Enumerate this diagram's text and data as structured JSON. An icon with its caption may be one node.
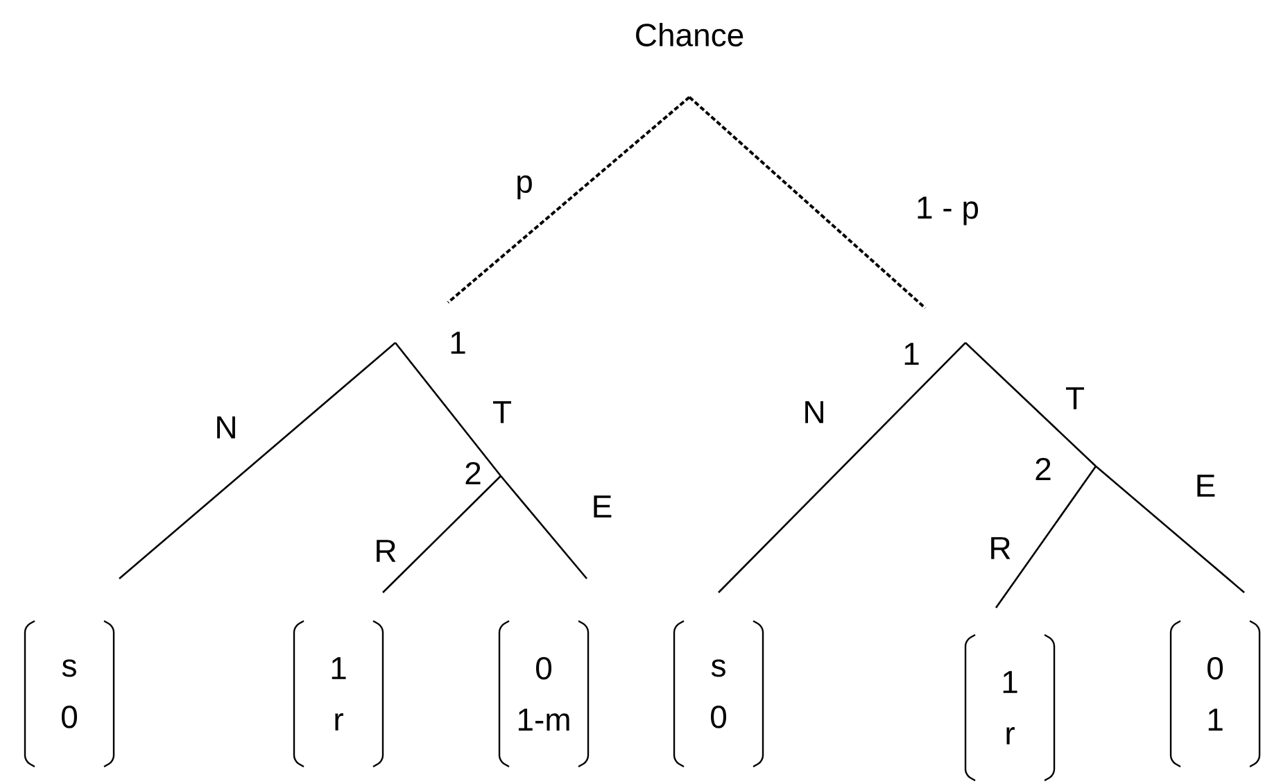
{
  "diagram": {
    "nodes": [
      {
        "text": [
          "Chance"
        ]
      },
      {
        "text": [
          "1"
        ]
      },
      {
        "text": [
          "2"
        ]
      },
      {
        "text": [
          "s",
          "0"
        ]
      },
      {
        "text": [
          "1",
          "r"
        ]
      },
      {
        "text": [
          "0",
          "1-m"
        ]
      },
      {
        "text": [
          "1"
        ]
      },
      {
        "text": [
          "2"
        ]
      },
      {
        "text": [
          "s",
          "0"
        ]
      },
      {
        "text": [
          "1",
          "r"
        ]
      },
      {
        "text": [
          "0",
          "1"
        ]
      }
    ],
    "edges": [
      {
        "from": 0,
        "to": 1,
        "arrow": "none",
        "label": "p",
        "style": "dashed"
      },
      {
        "from": 0,
        "to": 6,
        "arrow": "none",
        "label": "1 - p",
        "style": "dashed"
      },
      {
        "from": 1,
        "to": 3,
        "arrow": "none",
        "label": "N"
      },
      {
        "from": 1,
        "to": 2,
        "arrow": "none",
        "label": "T"
      },
      {
        "from": 2,
        "to": 4,
        "arrow": "none",
        "label": "R"
      },
      {
        "from": 2,
        "to": 5,
        "arrow": "none",
        "label": "E"
      },
      {
        "from": 6,
        "to": 8,
        "arrow": "none",
        "label": "N"
      },
      {
        "from": 6,
        "to": 7,
        "arrow": "none",
        "label": "T"
      },
      {
        "from": 7,
        "to": 9,
        "arrow": "none",
        "label": "R"
      },
      {
        "from": 7,
        "to": 10,
        "arrow": "none",
        "label": "E"
      }
    ]
  }
}
